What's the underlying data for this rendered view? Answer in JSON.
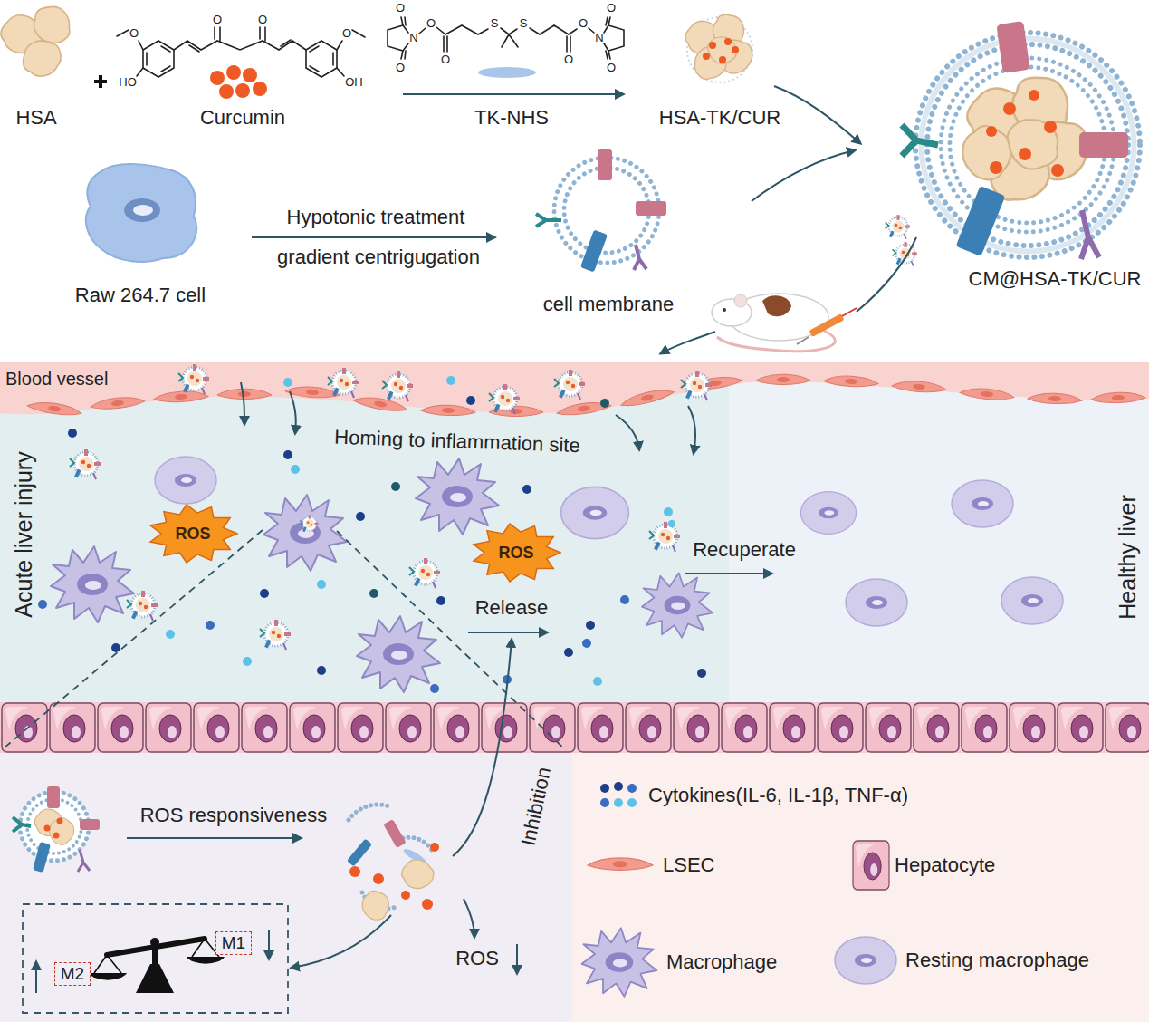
{
  "diagram": {
    "nodes": [
      {
        "text": [
          "Blood vessel"
        ]
      },
      {
        "text": [
          "Acute liver injury"
        ]
      },
      {
        "text": [
          "Healthy liver"
        ]
      },
      {
        "text": [
          "ROS"
        ],
        "in": 1
      },
      {
        "text": [
          "ROS"
        ],
        "in": 1
      },
      {
        "text": [
          "M1"
        ]
      },
      {
        "text": [
          "M2"
        ]
      }
    ],
    "labels": [
      "HSA",
      "Curcumin",
      "O",
      "O",
      "O",
      "O",
      "HO",
      "OH",
      "O",
      "N",
      "O",
      "O",
      "O",
      "S",
      "S",
      "O",
      "O",
      "N",
      "O",
      "O",
      "TK-NHS",
      "HSA-TK/CUR",
      "Raw 264.7 cell",
      "Hypotonic treatment",
      "gradient centrigugation",
      "cell membrane",
      "CM@HSA-TK/CUR",
      "Homing to inflammation site",
      "Recuperate",
      "Release",
      "ROS responsiveness",
      "Inhibition",
      "ROS"
    ],
    "legend": [
      {
        "text": "Cytokines(IL-6, IL-1β, TNF-α)"
      },
      {
        "text": "LSEC"
      },
      {
        "text": "Hepatocyte"
      },
      {
        "text": "Macrophage"
      },
      {
        "text": "Resting macrophage"
      }
    ]
  }
}
